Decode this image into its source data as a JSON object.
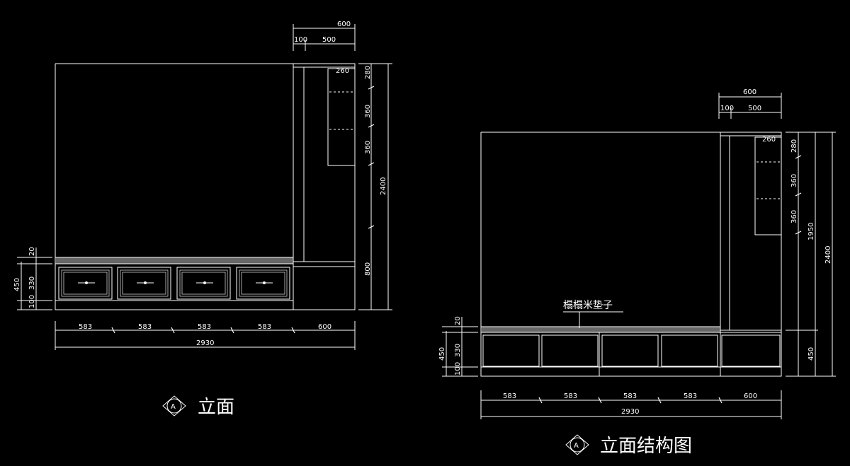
{
  "left_view": {
    "title": "立面",
    "marker": "A",
    "dims": {
      "top_total": "600",
      "top_a": "100",
      "top_b": "500",
      "shelf_w": "260",
      "right_1": "280",
      "right_2": "360",
      "right_3": "360",
      "right_total": "2400",
      "right_4": "800",
      "left_1": "20",
      "left_2": "330",
      "left_3": "100",
      "left_total": "450",
      "bottom_1": "583",
      "bottom_2": "583",
      "bottom_3": "583",
      "bottom_4": "583",
      "bottom_5": "600",
      "bottom_total": "2930"
    }
  },
  "right_view": {
    "title": "立面结构图",
    "marker": "A",
    "annotation": "榻榻米垫子",
    "dims": {
      "top_total": "600",
      "top_a": "100",
      "top_b": "500",
      "shelf_w": "260",
      "right_1": "280",
      "right_2": "360",
      "right_3": "360",
      "right_mid": "1950",
      "right_total": "2400",
      "right_4": "450",
      "left_1": "20",
      "left_2": "330",
      "left_3": "100",
      "left_total": "450",
      "bottom_1": "583",
      "bottom_2": "583",
      "bottom_3": "583",
      "bottom_4": "583",
      "bottom_5": "600",
      "bottom_total": "2930"
    }
  }
}
